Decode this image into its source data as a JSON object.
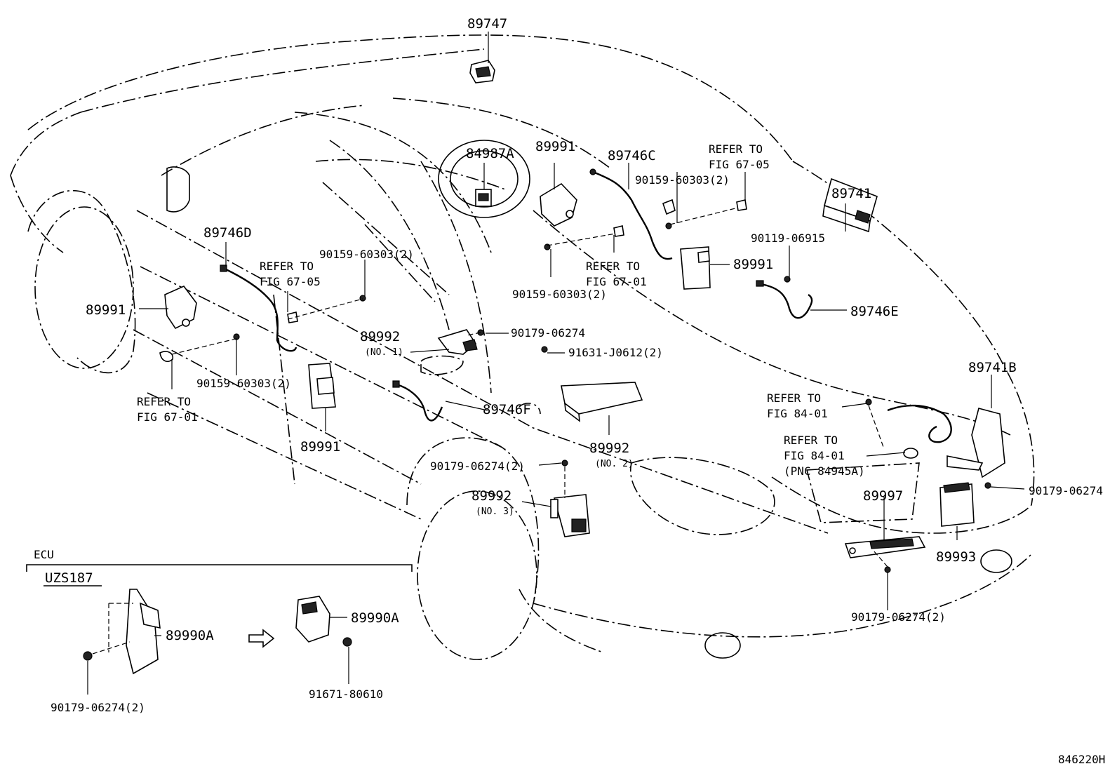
{
  "diagram": {
    "labels": {
      "p89747": "89747",
      "p84987A": "84987A",
      "p89991_top": "89991",
      "p89746C": "89746C",
      "refer_to_1": "REFER TO",
      "fig_67_05_top": "FIG 67-05",
      "p90159_60303_2_top": "90159-60303(2)",
      "p89741": "89741",
      "p90119_06915": "90119-06915",
      "p89991_right": "89991",
      "p89746E": "89746E",
      "refer_to_2": "REFER TO",
      "fig_67_01_mid": "FIG 67-01",
      "p90159_60303_2_mid": "90159-60303(2)",
      "p89746D": "89746D",
      "p90159_60303_2_left": "90159-60303(2)",
      "refer_to_3": "REFER TO",
      "fig_67_05_left": "FIG 67-05",
      "p89991_left": "89991",
      "p89992_no1": "89992",
      "no1": "(NO. 1)",
      "p90179_06274_mid": "90179-06274",
      "p91631_J0612_2": "91631-J0612(2)",
      "p90159_60303_2_lower": "90159-60303(2)",
      "refer_to_4": "REFER TO",
      "fig_67_01_left": "FIG 67-01",
      "p89746F": "89746F",
      "p89991_pillar": "89991",
      "p89992_no2": "89992",
      "no2": "(NO. 2)",
      "p89741B": "89741B",
      "refer_to_5": "REFER TO",
      "fig_84_01_a": "FIG 84-01",
      "refer_to_6": "REFER TO",
      "fig_84_01_b": "FIG 84-01",
      "pnc_84945A": "(PNC 84945A)",
      "p90179_06274_2_a": "90179-06274(2)",
      "p89992_no3": "89992",
      "no3": "(NO. 3)",
      "p89997": "89997",
      "p90179_06274_right": "90179-06274",
      "p89993": "89993",
      "p90179_06274_2_b": "90179-06274(2)",
      "ecu": "ECU",
      "uzs187": "UZS187",
      "p89990A_a": "89990A",
      "p89990A_b": "89990A",
      "p90179_06274_2_c": "90179-06274(2)",
      "p91671_80610": "91671-80610",
      "figure_code": "846220H"
    }
  }
}
